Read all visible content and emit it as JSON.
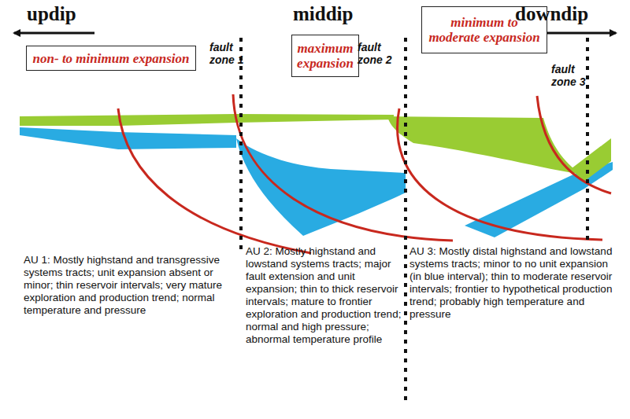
{
  "diagram": {
    "nodes": [
      {
        "text": [
          "non- to minimum expansion"
        ]
      },
      {
        "text": [
          "maximum expansion"
        ]
      },
      {
        "text": [
          "minimum to moderate expansion"
        ]
      }
    ],
    "labels": [
      "updip",
      "middip",
      "downdip",
      "fault zone 1",
      "fault zone 2",
      "fault zone 3",
      "AU 1: Mostly highstand and transgressive systems tracts; unit expansion absent or minor; thin reservoir intervals; very mature exploration and production trend; normal temperature and pressure",
      "AU 2: Mostly highstand and lowstand systems tracts; major fault extension and unit expansion; thin to thick reservoir intervals; mature to frontier exploration and production trend; normal and high pressure; abnormal temperature profile",
      "AU 3: Mostly distal highstand and lowstand systems tracts; minor to no unit expansion (in blue interval); thin to moderate reservoir intervals; frontier to hypothetical production trend; probably high temperature and pressure"
    ]
  }
}
